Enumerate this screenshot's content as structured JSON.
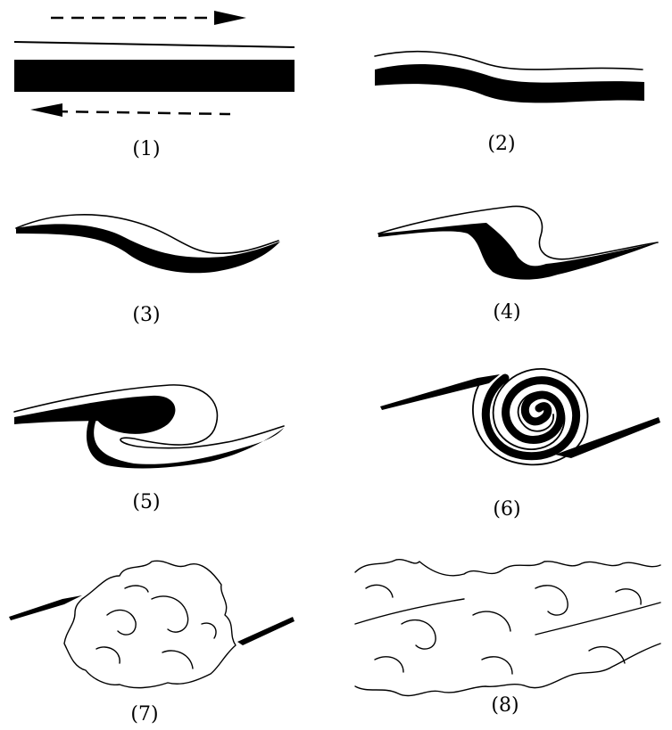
{
  "panels": [
    {
      "id": "panel-1",
      "label": "(1)"
    },
    {
      "id": "panel-2",
      "label": "(2)"
    },
    {
      "id": "panel-3",
      "label": "(3)"
    },
    {
      "id": "panel-4",
      "label": "(4)"
    },
    {
      "id": "panel-5",
      "label": "(5)"
    },
    {
      "id": "panel-6",
      "label": "(6)"
    },
    {
      "id": "panel-7",
      "label": "(7)"
    },
    {
      "id": "panel-8",
      "label": "(8)"
    }
  ],
  "colors": {
    "ink": "#000000",
    "background": "#ffffff"
  }
}
